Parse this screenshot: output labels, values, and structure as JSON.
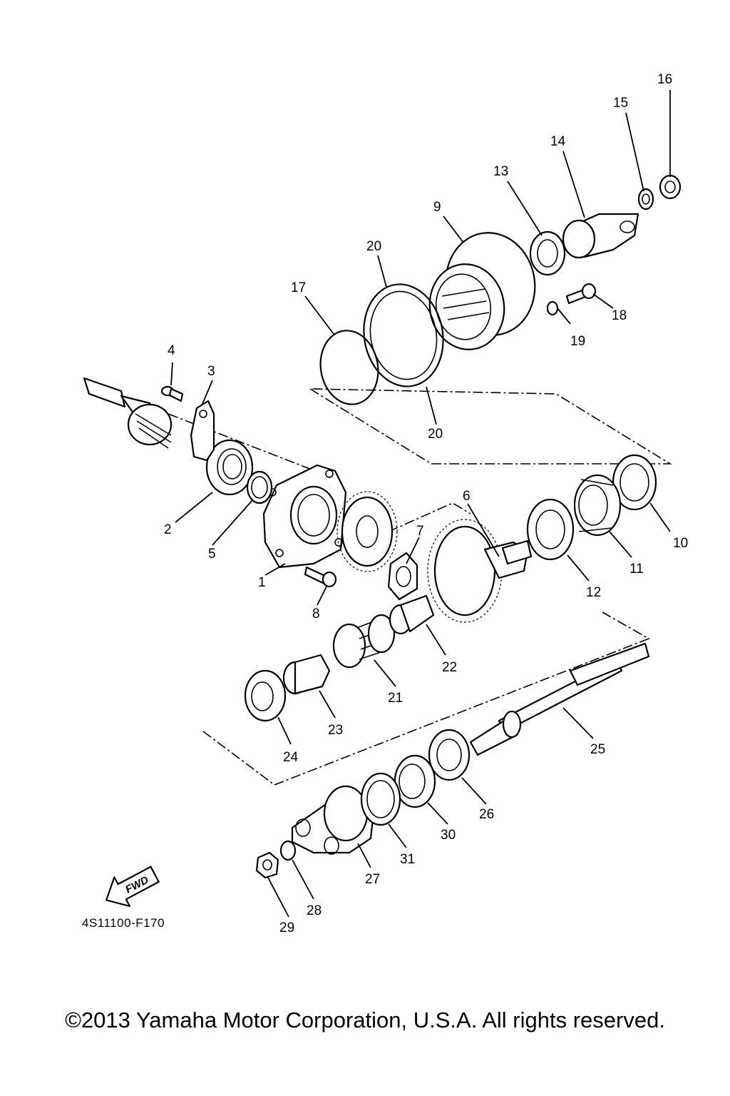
{
  "diagram": {
    "callouts": [
      "1",
      "2",
      "3",
      "4",
      "5",
      "6",
      "7",
      "8",
      "9",
      "10",
      "11",
      "12",
      "13",
      "14",
      "15",
      "16",
      "17",
      "18",
      "19",
      "20",
      "20",
      "21",
      "22",
      "23",
      "24",
      "25",
      "26",
      "27",
      "28",
      "29",
      "30",
      "31"
    ],
    "fwd_label": "FWD",
    "code": "4S11100-F170"
  },
  "footer": {
    "copyright": "©2013 Yamaha Motor Corporation, U.S.A. All rights reserved."
  }
}
